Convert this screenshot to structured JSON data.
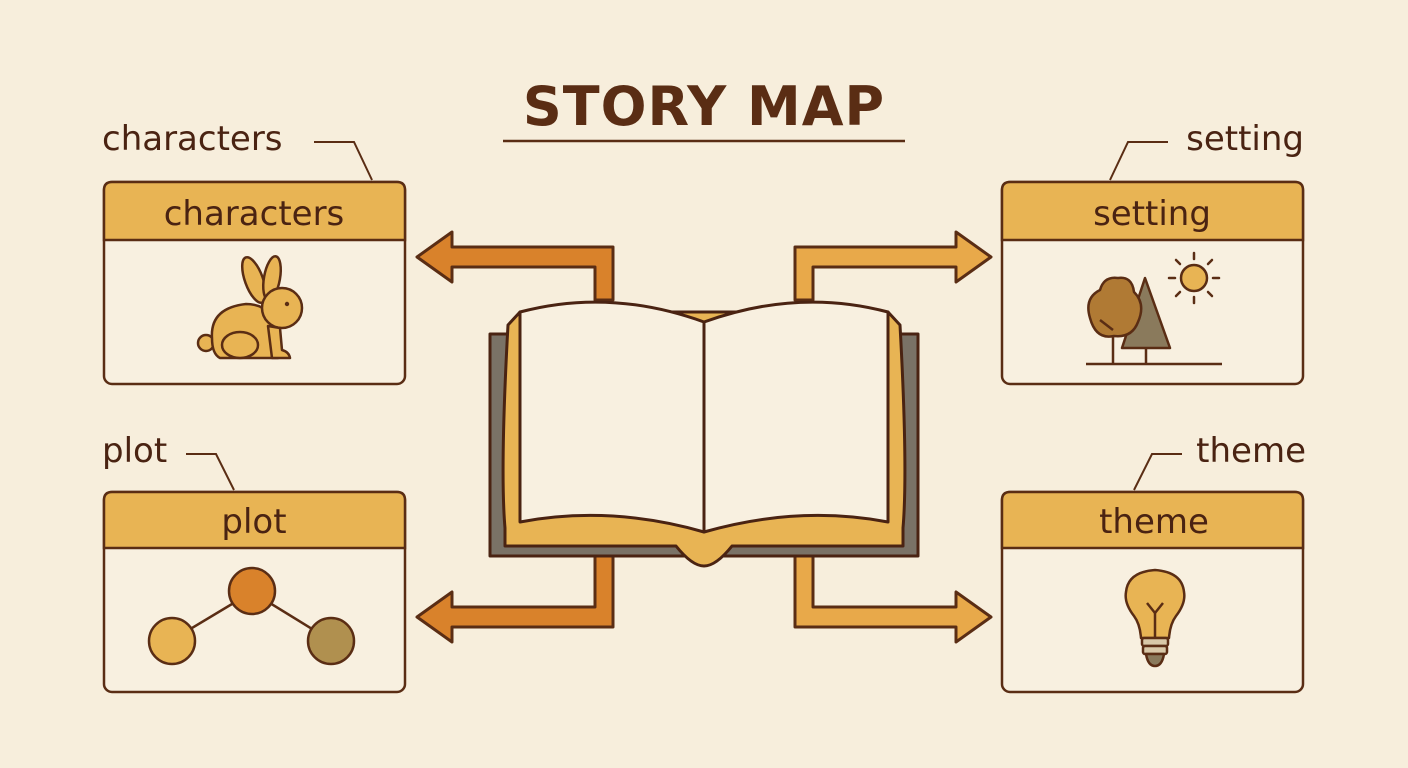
{
  "title": "STORY MAP",
  "colors": {
    "background": "#f7eedc",
    "ink": "#5a2d14",
    "header": "#e8b454",
    "arrow_dark": "#d9822b",
    "arrow_light": "#e8a94a",
    "book_cover": "#7a7266",
    "page": "#f8f0e0"
  },
  "nodes": {
    "characters": {
      "callout": "characters",
      "header": "characters",
      "icon": "rabbit-icon"
    },
    "setting": {
      "callout": "setting",
      "header": "setting",
      "icon": "trees-and-sun-icon"
    },
    "plot": {
      "callout": "plot",
      "header": "plot",
      "icon": "connected-circles-icon"
    },
    "theme": {
      "callout": "theme",
      "header": "theme",
      "icon": "lightbulb-icon"
    }
  },
  "center": {
    "icon": "open-book-icon"
  }
}
